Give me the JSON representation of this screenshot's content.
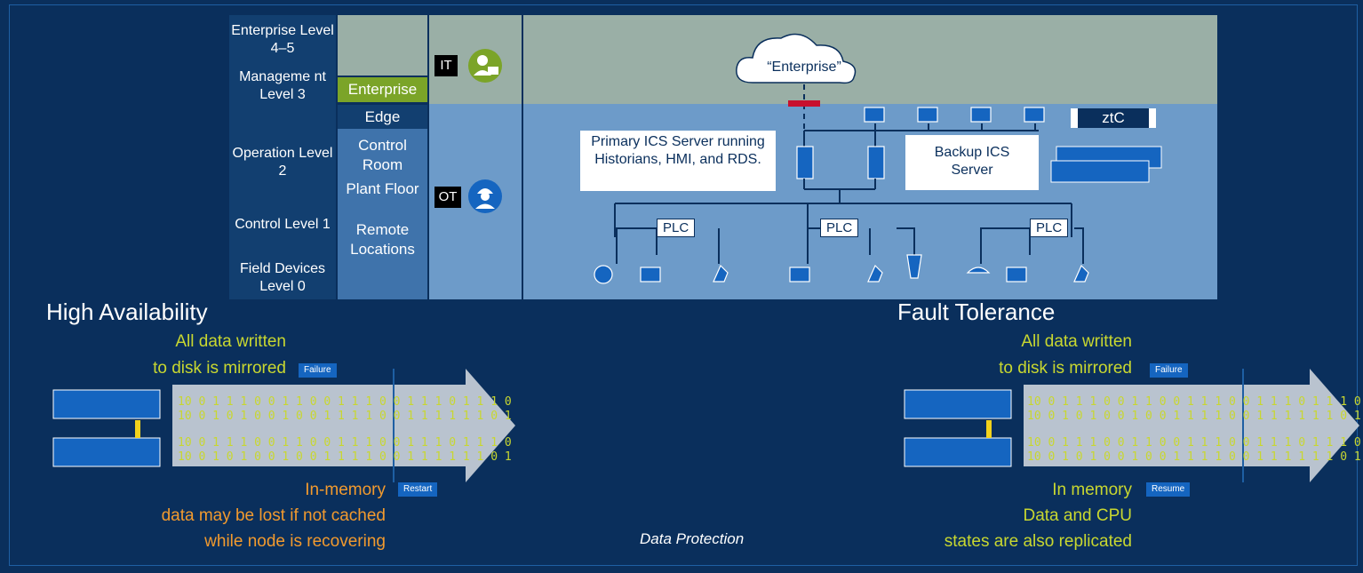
{
  "levels": {
    "enterprise": "Enterprise Level 4–5",
    "management": "Manageme nt Level 3",
    "operation": "Operation Level 2",
    "control": "Control Level 1",
    "field": "Field Devices Level 0"
  },
  "zones": {
    "enterprise": "Enterprise",
    "edge": "Edge",
    "control_room": "Control Room",
    "plant_floor": "Plant Floor",
    "remote": "Remote Locations"
  },
  "roles": {
    "it": "IT",
    "ot": "OT"
  },
  "network": {
    "cloud": "“Enterprise”",
    "primary": "Primary ICS Server running Historians, HMI, and RDS.",
    "backup": "Backup ICS Server",
    "ztc": "ztC",
    "plc": "PLC"
  },
  "ha": {
    "title": "High Availability",
    "mirror_1": "All data written",
    "mirror_2": "to disk is mirrored",
    "failure": "Failure",
    "restart": "Restart",
    "mem_1": "In-memory",
    "mem_2": "data may be lost if not cached",
    "mem_3": "while node is recovering"
  },
  "ft": {
    "title": "Fault Tolerance",
    "mirror_1": "All data written",
    "mirror_2": "to disk is mirrored",
    "failure": "Failure",
    "resume": "Resume",
    "mem_1": "In memory",
    "mem_2": "Data and CPU",
    "mem_3": "states are also replicated"
  },
  "binary": {
    "row1": "10 0 1 1 1 0 0 1 1 0 0 1 1 1 0 0 1 1 1 0 1 1 1 0",
    "row2": "10 0 1 0 1 0 0 1 0 0 1 1 1 1 0 0 1 1 1 1 1 1 0 1",
    "row3": "10 0 1 1 1 0 0 1 1 0 0 1 1 1 0 0 1 1 1 0 1 1 1 0",
    "row4": "10 0 1 0 1 0 0 1 0 0 1 1 1 1 0 0 1 1 1 1 1 1 0 1"
  },
  "caption": "Data Protection",
  "colors": {
    "background": "#0a2f5c",
    "it_band": "#9aafa6",
    "ot_band": "#6d9bc9",
    "green": "#7ba428",
    "yellow_text": "#c8d730",
    "orange_text": "#f29a2e",
    "red_link": "#c8102e"
  }
}
